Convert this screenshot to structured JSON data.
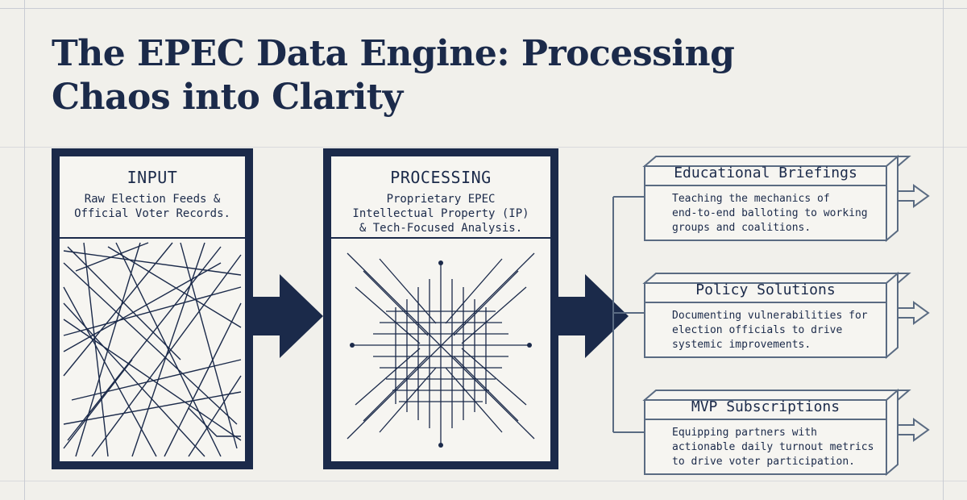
{
  "title": "The EPEC Data Engine: Processing Chaos into Clarity",
  "input": {
    "heading": "INPUT",
    "description": "Raw Election Feeds &\nOfficial Voter Records."
  },
  "processing": {
    "heading": "PROCESSING",
    "description": "Proprietary EPEC\nIntellectual Property (IP)\n& Tech-Focused Analysis."
  },
  "outputs": [
    {
      "title": "Educational Briefings",
      "description": "Teaching the mechanics of\nend-to-end balloting to working\ngroups and coalitions."
    },
    {
      "title": "Policy Solutions",
      "description": "Documenting vulnerabilities for\nelection officials to drive\nsystemic improvements."
    },
    {
      "title": "MVP Subscriptions",
      "description": "Equipping partners with\nactionable daily turnout metrics\nto drive voter participation."
    }
  ],
  "colors": {
    "navy": "#1b2a4a",
    "slate": "#5a6b82",
    "background": "#f1f0eb"
  },
  "icons": [
    "chaos-lines-icon",
    "grid-lines-icon",
    "flow-arrow-icon",
    "hollow-arrow-icon"
  ]
}
